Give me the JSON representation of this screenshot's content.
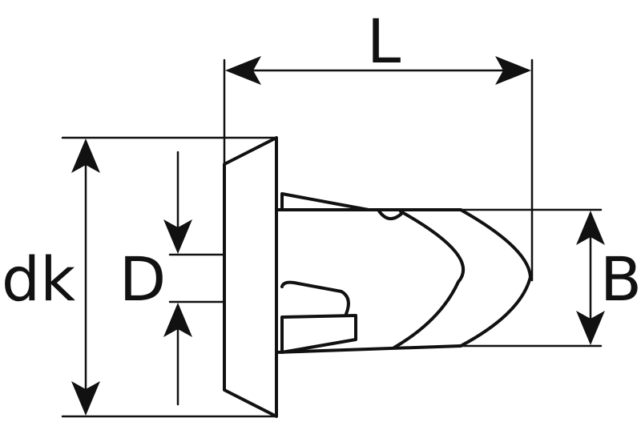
{
  "labels": {
    "length": "L",
    "head_diameter": "dk",
    "hole_diameter": "D",
    "width": "B"
  },
  "colors": {
    "line": "#111111",
    "background": "#ffffff"
  }
}
